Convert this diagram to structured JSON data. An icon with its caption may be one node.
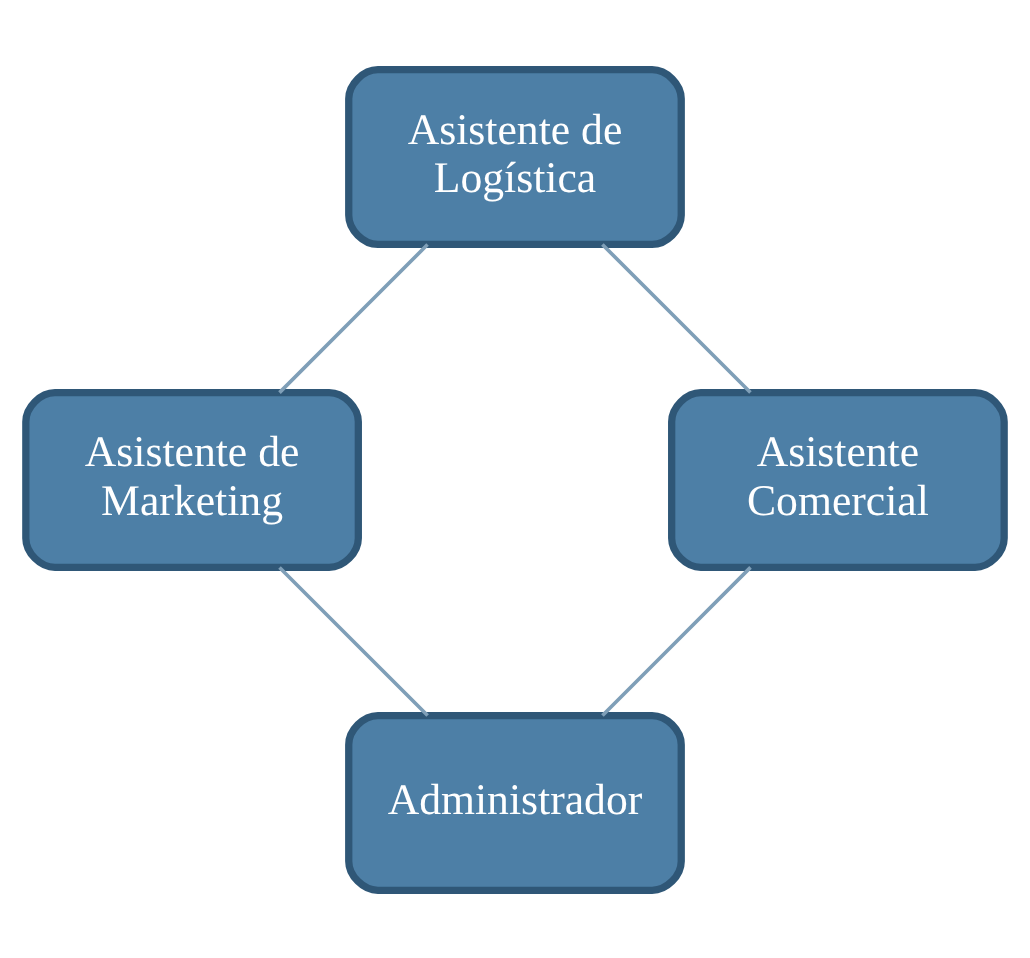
{
  "diagram": {
    "nodes": [
      {
        "text": [
          "Administrador"
        ]
      },
      {
        "text": [
          "Asistente Comercial"
        ]
      },
      {
        "text": [
          "Asistente de Marketing"
        ]
      },
      {
        "text": [
          "Asistente de Logística"
        ]
      }
    ],
    "edges": [
      {
        "from": 0,
        "to": 2,
        "arrow": "none"
      },
      {
        "from": 2,
        "to": 3,
        "arrow": "none"
      },
      {
        "from": 3,
        "to": 1,
        "arrow": "none"
      },
      {
        "from": 1,
        "to": 0,
        "arrow": "none"
      }
    ]
  }
}
